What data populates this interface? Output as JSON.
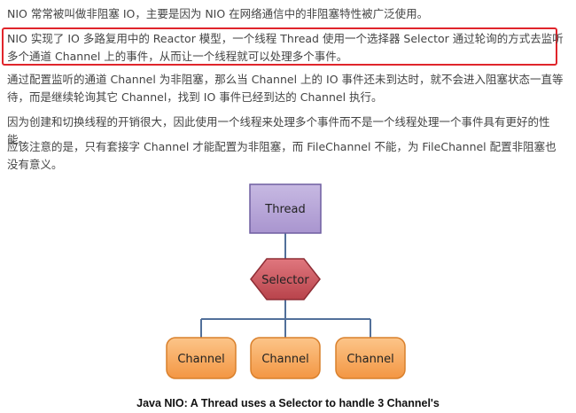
{
  "paragraphs": {
    "p1": "NIO 常常被叫做非阻塞 IO，主要是因为 NIO 在网络通信中的非阻塞特性被广泛使用。",
    "p2": "NIO 实现了 IO 多路复用中的 Reactor 模型，一个线程 Thread 使用一个选择器 Selector 通过轮询的方式去监听多个通道 Channel 上的事件，从而让一个线程就可以处理多个事件。",
    "p3": "通过配置监听的通道 Channel 为非阻塞，那么当 Channel 上的 IO 事件还未到达时，就不会进入阻塞状态一直等待，而是继续轮询其它 Channel，找到 IO 事件已经到达的 Channel 执行。",
    "p4": "因为创建和切换线程的开销很大，因此使用一个线程来处理多个事件而不是一个线程处理一个事件具有更好的性能。",
    "p5": "应该注意的是，只有套接字 Channel 才能配置为非阻塞，而 FileChannel 不能，为 FileChannel 配置非阻塞也没有意义。"
  },
  "diagram": {
    "thread_label": "Thread",
    "selector_label": "Selector",
    "channels": [
      "Channel",
      "Channel",
      "Channel"
    ],
    "caption": "Java NIO: A Thread uses a Selector to handle 3 Channel's"
  },
  "colors": {
    "highlight_border": "#e0252b",
    "thread_fill": "#b7a6d6",
    "selector_fill": "#c9555d",
    "channel_fill": "#f7a95b",
    "connector": "#52709a"
  }
}
